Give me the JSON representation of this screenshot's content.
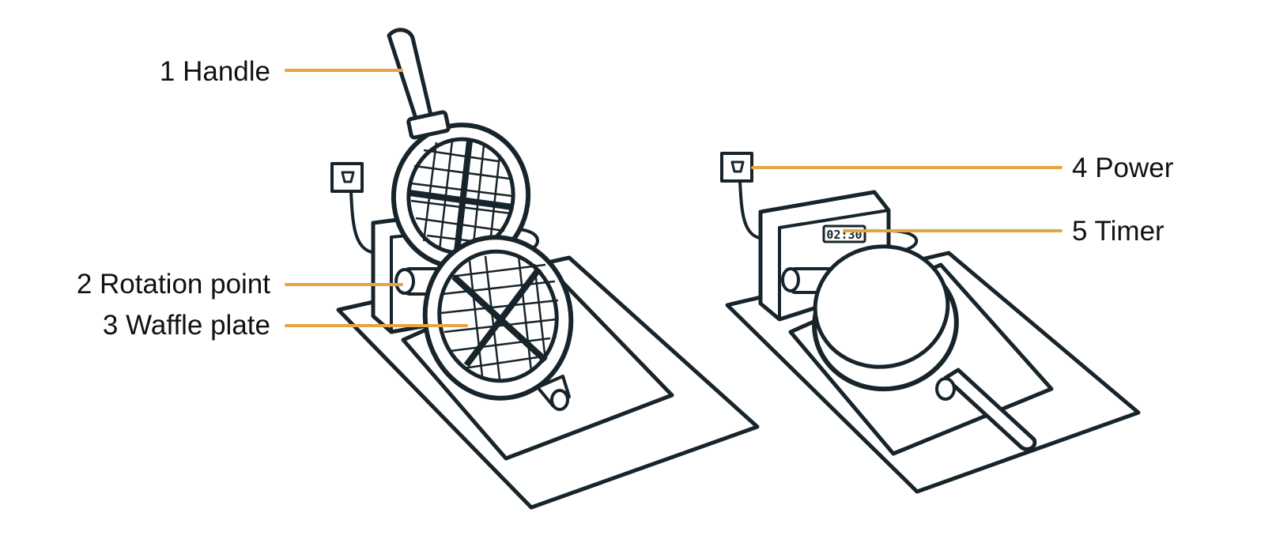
{
  "colors": {
    "leader": "#e8a443",
    "ink": "#17242b",
    "text": "#111111",
    "background": "#ffffff"
  },
  "labels": {
    "handle": "1 Handle",
    "rotation_point": "2 Rotation point",
    "waffle_plate": "3 Waffle plate",
    "power": "4 Power",
    "timer": "5 Timer"
  },
  "icons": {
    "open_maker": "waffle-maker-open-icon",
    "closed_maker": "waffle-maker-closed-icon",
    "socket_left": "power-socket-icon",
    "socket_right": "power-socket-icon"
  },
  "timer_display": "02:30"
}
